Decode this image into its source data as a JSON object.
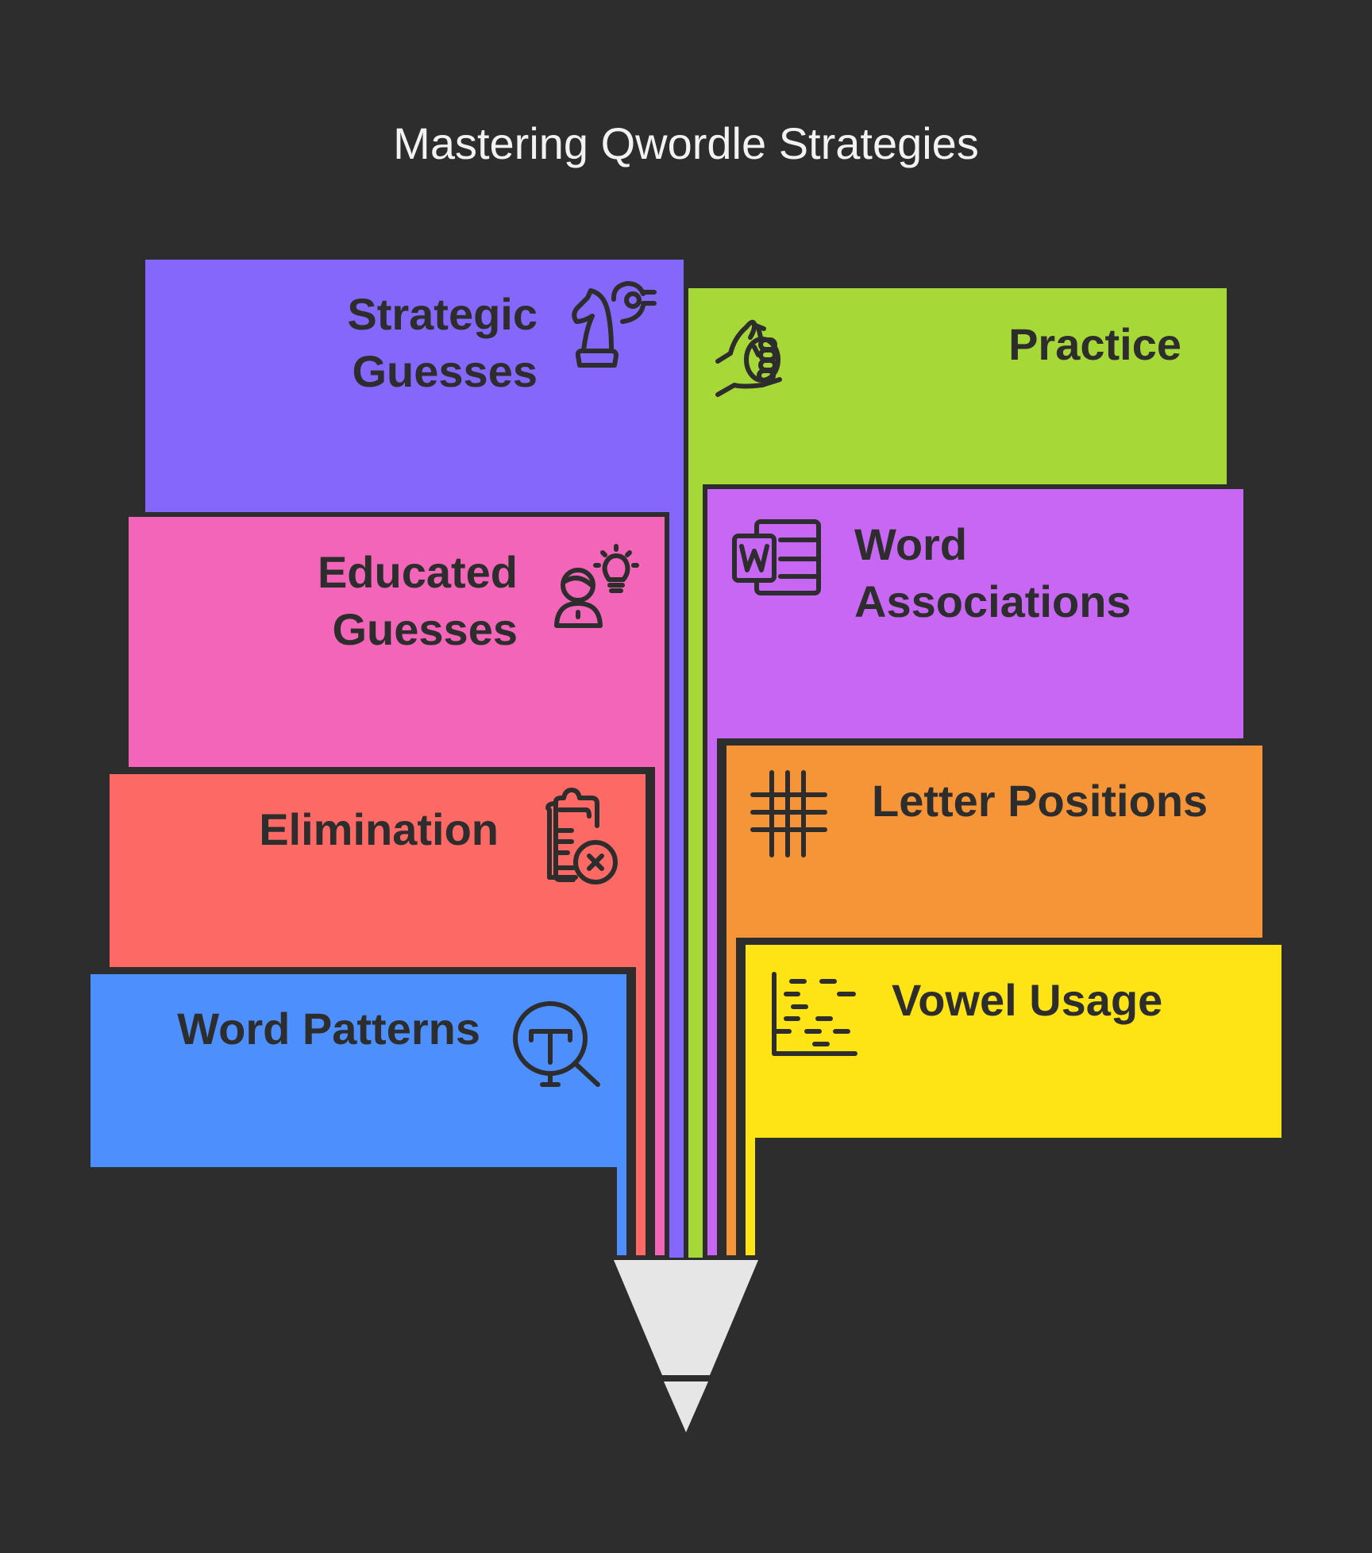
{
  "title": "Mastering Qwordle Strategies",
  "colors": {
    "background": "#2d2d2d",
    "outline": "#2d2d2d",
    "pencil_tip": "#e6e6e6"
  },
  "left_items": [
    {
      "line1": "Strategic",
      "line2": "Guesses",
      "icon": "chess-knight-idea-icon",
      "color": "#8567fb"
    },
    {
      "line1": "Educated",
      "line2": "Guesses",
      "icon": "person-lightbulb-icon",
      "color": "#f365b9"
    },
    {
      "line1": "Elimination",
      "line2": "",
      "icon": "clipboard-x-icon",
      "color": "#fd6964"
    },
    {
      "line1": "Word Patterns",
      "line2": "",
      "icon": "text-search-icon",
      "color": "#4d8ffc"
    }
  ],
  "right_items": [
    {
      "line1": "Practice",
      "line2": "",
      "icon": "hand-stopwatch-icon",
      "color": "#a6d937"
    },
    {
      "line1": "Word",
      "line2": "Associations",
      "icon": "word-document-icon",
      "color": "#c967f5"
    },
    {
      "line1": "Letter Positions",
      "line2": "",
      "icon": "grid-icon",
      "color": "#f69538"
    },
    {
      "line1": "Vowel Usage",
      "line2": "",
      "icon": "dashed-chart-icon",
      "color": "#fee415"
    }
  ]
}
